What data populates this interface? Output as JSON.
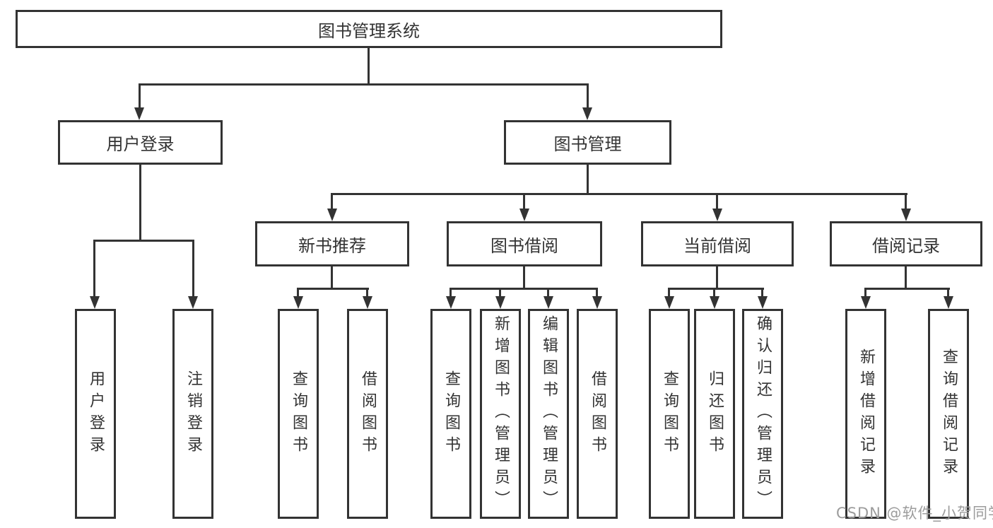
{
  "diagram": {
    "root": {
      "label": "图书管理系统"
    },
    "branches": [
      {
        "label": "用户登录",
        "leaves": [
          {
            "label": "用户登录"
          },
          {
            "label": "注销登录"
          }
        ]
      },
      {
        "label": "图书管理",
        "groups": [
          {
            "label": "新书推荐",
            "leaves": [
              {
                "label": "查询图书"
              },
              {
                "label": "借阅图书"
              }
            ]
          },
          {
            "label": "图书借阅",
            "leaves": [
              {
                "label": "查询图书"
              },
              {
                "label": "新增图书（管理员）"
              },
              {
                "label": "编辑图书（管理员）"
              },
              {
                "label": "借阅图书"
              }
            ]
          },
          {
            "label": "当前借阅",
            "leaves": [
              {
                "label": "查询图书"
              },
              {
                "label": "归还图书"
              },
              {
                "label": "确认归还（管理员）"
              }
            ]
          },
          {
            "label": "借阅记录",
            "leaves": [
              {
                "label": "新增借阅记录"
              },
              {
                "label": "查询借阅记录"
              }
            ]
          }
        ]
      }
    ]
  },
  "colors": {
    "line": "#333333",
    "text": "#333333",
    "background": "#ffffff",
    "watermark": "#9c9c9c"
  },
  "watermark": {
    "text": "CSDN @软件_小贺同学"
  }
}
